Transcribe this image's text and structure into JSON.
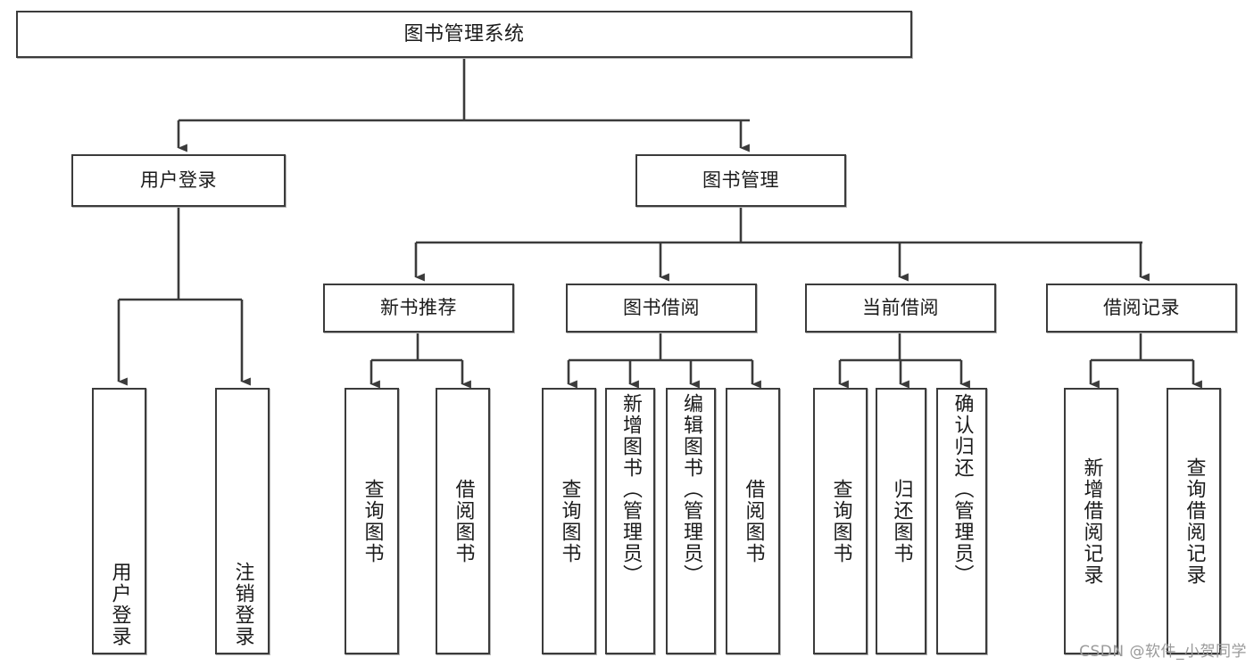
{
  "diagram": {
    "title": "图书管理系统",
    "type": "tree-hierarchy-chart",
    "watermark": "CSDN @软件_小贺同学",
    "colors": {
      "background": "#ffffff",
      "box_border": "#3b3b3b",
      "box_fill": "#ffffff",
      "connector": "#3b3b3b",
      "text": "#1b1b1b",
      "watermark_text": "#9a9a9a"
    }
  },
  "nodes": {
    "root": {
      "label": "图书管理系统",
      "level": 1
    },
    "level2": [
      {
        "id": "user-login",
        "label": "用户登录",
        "level": 2
      },
      {
        "id": "book-management",
        "label": "图书管理",
        "level": 2
      }
    ],
    "level3": [
      {
        "id": "new-book-recommend",
        "label": "新书推荐",
        "level": 3,
        "parent": "book-management"
      },
      {
        "id": "book-borrow",
        "label": "图书借阅",
        "level": 3,
        "parent": "book-management"
      },
      {
        "id": "current-borrow",
        "label": "当前借阅",
        "level": 3,
        "parent": "book-management"
      },
      {
        "id": "borrow-record",
        "label": "借阅记录",
        "level": 3,
        "parent": "book-management"
      }
    ],
    "leaves": [
      {
        "id": "leaf-user-login",
        "label": "用户登录",
        "parent": "user-login"
      },
      {
        "id": "leaf-logout-login",
        "label": "注销登录",
        "parent": "user-login"
      },
      {
        "id": "leaf-query-book-1",
        "label": "查询图书",
        "parent": "new-book-recommend"
      },
      {
        "id": "leaf-borrow-book-1",
        "label": "借阅图书",
        "parent": "new-book-recommend"
      },
      {
        "id": "leaf-query-book-2",
        "label": "查询图书",
        "parent": "book-borrow"
      },
      {
        "id": "leaf-add-book-admin",
        "label": "新增图书（管理员）",
        "parent": "book-borrow"
      },
      {
        "id": "leaf-edit-book-admin",
        "label": "编辑图书（管理员）",
        "parent": "book-borrow"
      },
      {
        "id": "leaf-borrow-book-2",
        "label": "借阅图书",
        "parent": "book-borrow"
      },
      {
        "id": "leaf-query-book-3",
        "label": "查询图书",
        "parent": "current-borrow"
      },
      {
        "id": "leaf-return-book",
        "label": "归还图书",
        "parent": "current-borrow"
      },
      {
        "id": "leaf-confirm-return-admin",
        "label": "确认归还（管理员）",
        "parent": "current-borrow"
      },
      {
        "id": "leaf-add-borrow-record",
        "label": "新增借阅记录",
        "parent": "borrow-record"
      },
      {
        "id": "leaf-query-borrow-record",
        "label": "查询借阅记录",
        "parent": "borrow-record"
      }
    ]
  }
}
